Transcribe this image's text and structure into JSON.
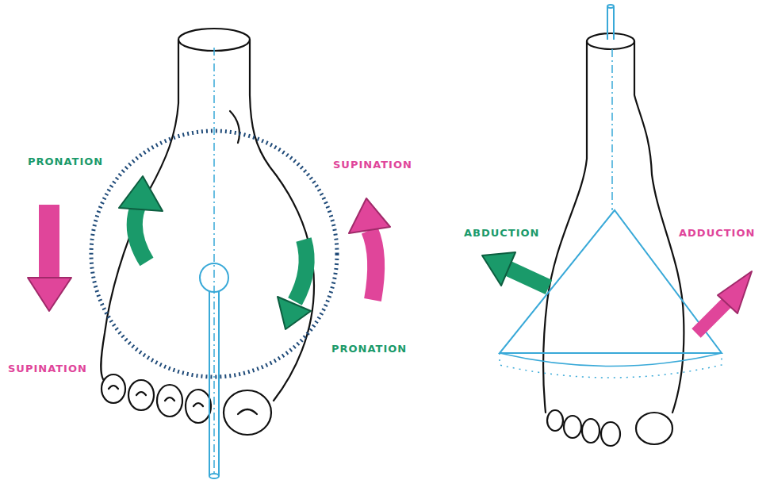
{
  "diagram": {
    "labels": [
      "PRONATION",
      "SUPINATION",
      "ABDUCTION",
      "ADDUCTION",
      "SUPINATION",
      "PRONATION"
    ]
  }
}
